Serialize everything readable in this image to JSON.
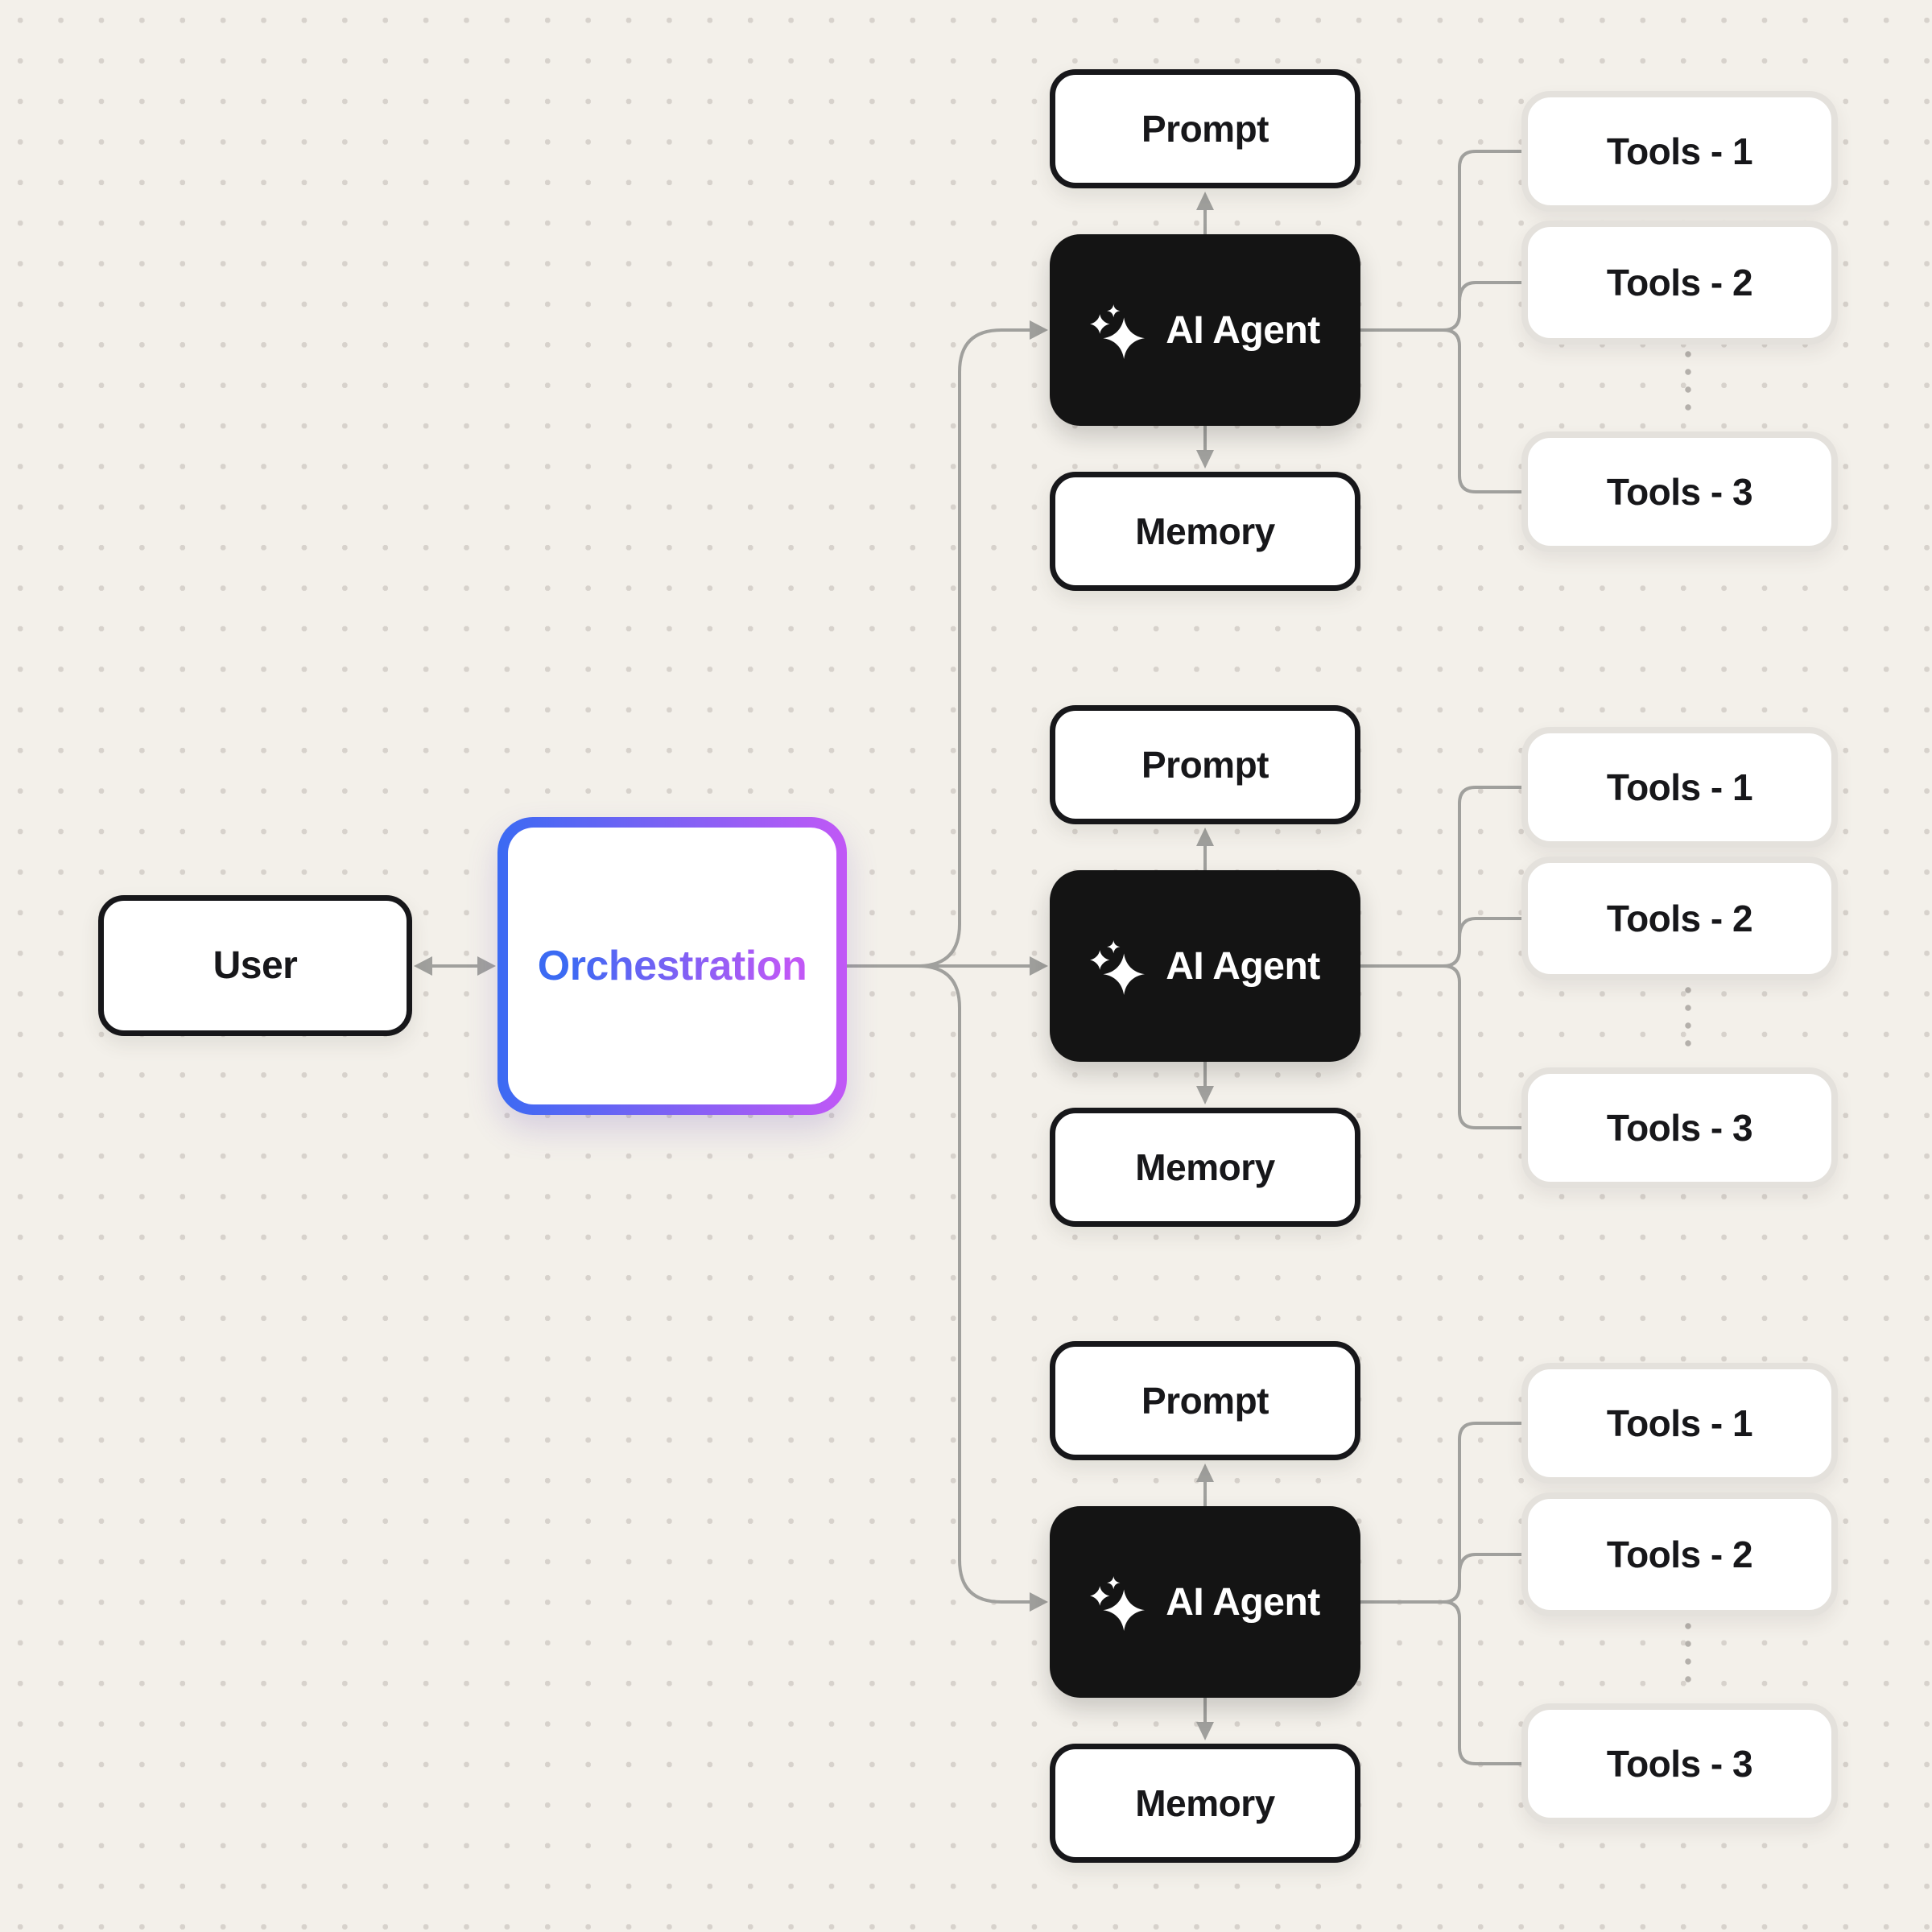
{
  "canvas": {
    "background_color": "#f3f0ea",
    "grid_dot_color": "#d7d2cc"
  },
  "colors": {
    "wire_gray": "#a0a09d",
    "dotted_gray": "#b4b0ab",
    "dark_node": "#141414",
    "dark_border": "#17171a",
    "tools_border": "#e4e1dc",
    "accent_blue": "#3b6af3",
    "accent_purple": "#c158f6"
  },
  "icons": {
    "sparkles": "sparkles-icon"
  },
  "nodes": {
    "user": {
      "label": "User"
    },
    "orchestration": {
      "label": "Orchestration"
    }
  },
  "groups": [
    {
      "prompt": "Prompt",
      "agent": "AI Agent",
      "memory": "Memory",
      "tools": [
        "Tools - 1",
        "Tools - 2",
        "Tools - 3"
      ]
    },
    {
      "prompt": "Prompt",
      "agent": "AI Agent",
      "memory": "Memory",
      "tools": [
        "Tools - 1",
        "Tools - 2",
        "Tools - 3"
      ]
    },
    {
      "prompt": "Prompt",
      "agent": "AI Agent",
      "memory": "Memory",
      "tools": [
        "Tools - 1",
        "Tools - 2",
        "Tools - 3"
      ]
    }
  ]
}
